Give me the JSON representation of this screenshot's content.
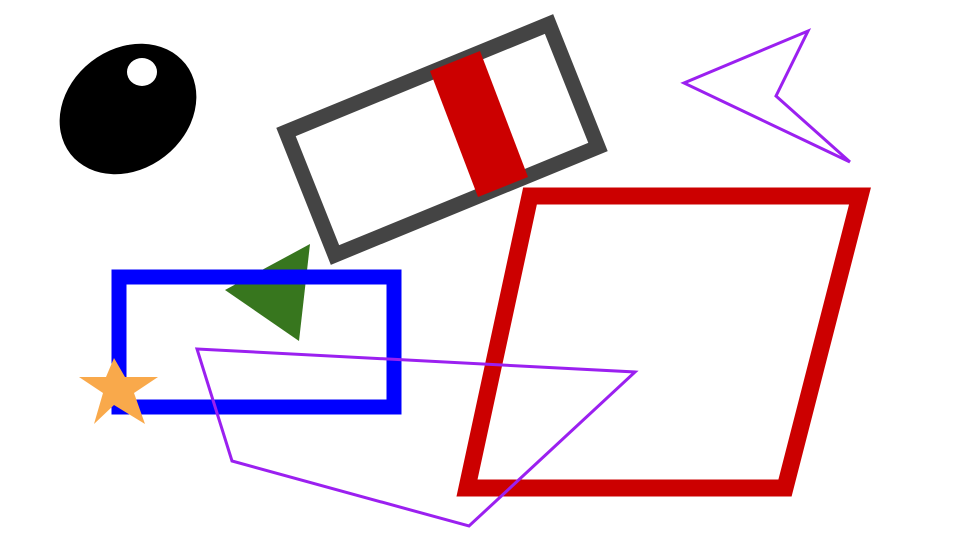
{
  "canvas": {
    "background": "#ffffff"
  },
  "colors": {
    "black": "#000000",
    "white": "#ffffff",
    "dark_gray": "#444444",
    "red": "#cc0000",
    "purple": "#9b20f0",
    "blue": "#0000ff",
    "green": "#37761e",
    "orange": "#f9a94b"
  },
  "shapes": [
    {
      "kind": "ellipse",
      "description": "black-oval-with-white-dot",
      "fill": "#000000"
    },
    {
      "kind": "rectangle",
      "description": "rotated-dark-gray-outline-rectangle",
      "stroke": "#444444"
    },
    {
      "kind": "rectangle",
      "description": "rotated-red-filled-bar",
      "fill": "#cc0000"
    },
    {
      "kind": "polyline",
      "description": "purple-arrowhead-outline",
      "stroke": "#9b20f0"
    },
    {
      "kind": "polygon",
      "description": "red-outline-parallelogram",
      "stroke": "#cc0000"
    },
    {
      "kind": "triangle",
      "description": "green-filled-triangle",
      "fill": "#37761e"
    },
    {
      "kind": "rectangle",
      "description": "blue-outline-rectangle",
      "stroke": "#0000ff"
    },
    {
      "kind": "star",
      "description": "orange-five-point-star",
      "fill": "#f9a94b"
    },
    {
      "kind": "polygon",
      "description": "purple-outline-quadrilateral",
      "stroke": "#9b20f0"
    }
  ]
}
